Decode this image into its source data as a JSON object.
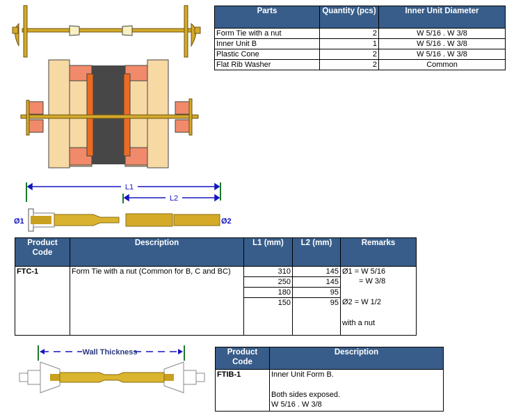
{
  "parts_table": {
    "headers": [
      "Parts",
      "Quantity (pcs)",
      "Inner Unit Diameter"
    ],
    "rows": [
      {
        "part": "Form Tie with a nut",
        "qty": "2",
        "diameter": "W 5/16 . W 3/8"
      },
      {
        "part": "Inner Unit B",
        "qty": "1",
        "diameter": "W 5/16 . W 3/8"
      },
      {
        "part": "Plastic Cone",
        "qty": "2",
        "diameter": "W 5/16 . W 3/8"
      },
      {
        "part": "Flat Rib Washer",
        "qty": "2",
        "diameter": "Common"
      }
    ]
  },
  "dimension_drawing": {
    "l1": "L1",
    "l2": "L2",
    "d1": "Ø1",
    "d2": "Ø2"
  },
  "ftc_table": {
    "headers": [
      "Product Code",
      "Description",
      "L1 (mm)",
      "L2 (mm)",
      "Remarks"
    ],
    "code": "FTC-1",
    "description": "Form Tie with a nut (Common for B, C and BC)",
    "sizes": [
      {
        "l1": "310",
        "l2": "145"
      },
      {
        "l1": "250",
        "l2": "145"
      },
      {
        "l1": "180",
        "l2": "95"
      },
      {
        "l1": "150",
        "l2": "95"
      }
    ],
    "remarks": [
      "Ø1 = W 5/16",
      "= W 3/8",
      "Ø2 = W 1/2",
      "with a nut"
    ]
  },
  "wall_drawing": {
    "label": "Wall Thickness"
  },
  "ftib_table": {
    "headers": [
      "Product Code",
      "Description"
    ],
    "code": "FTIB-1",
    "description": [
      "Inner Unit Form B.",
      "Both sides exposed.",
      "W 5/16 . W 3/8"
    ]
  }
}
